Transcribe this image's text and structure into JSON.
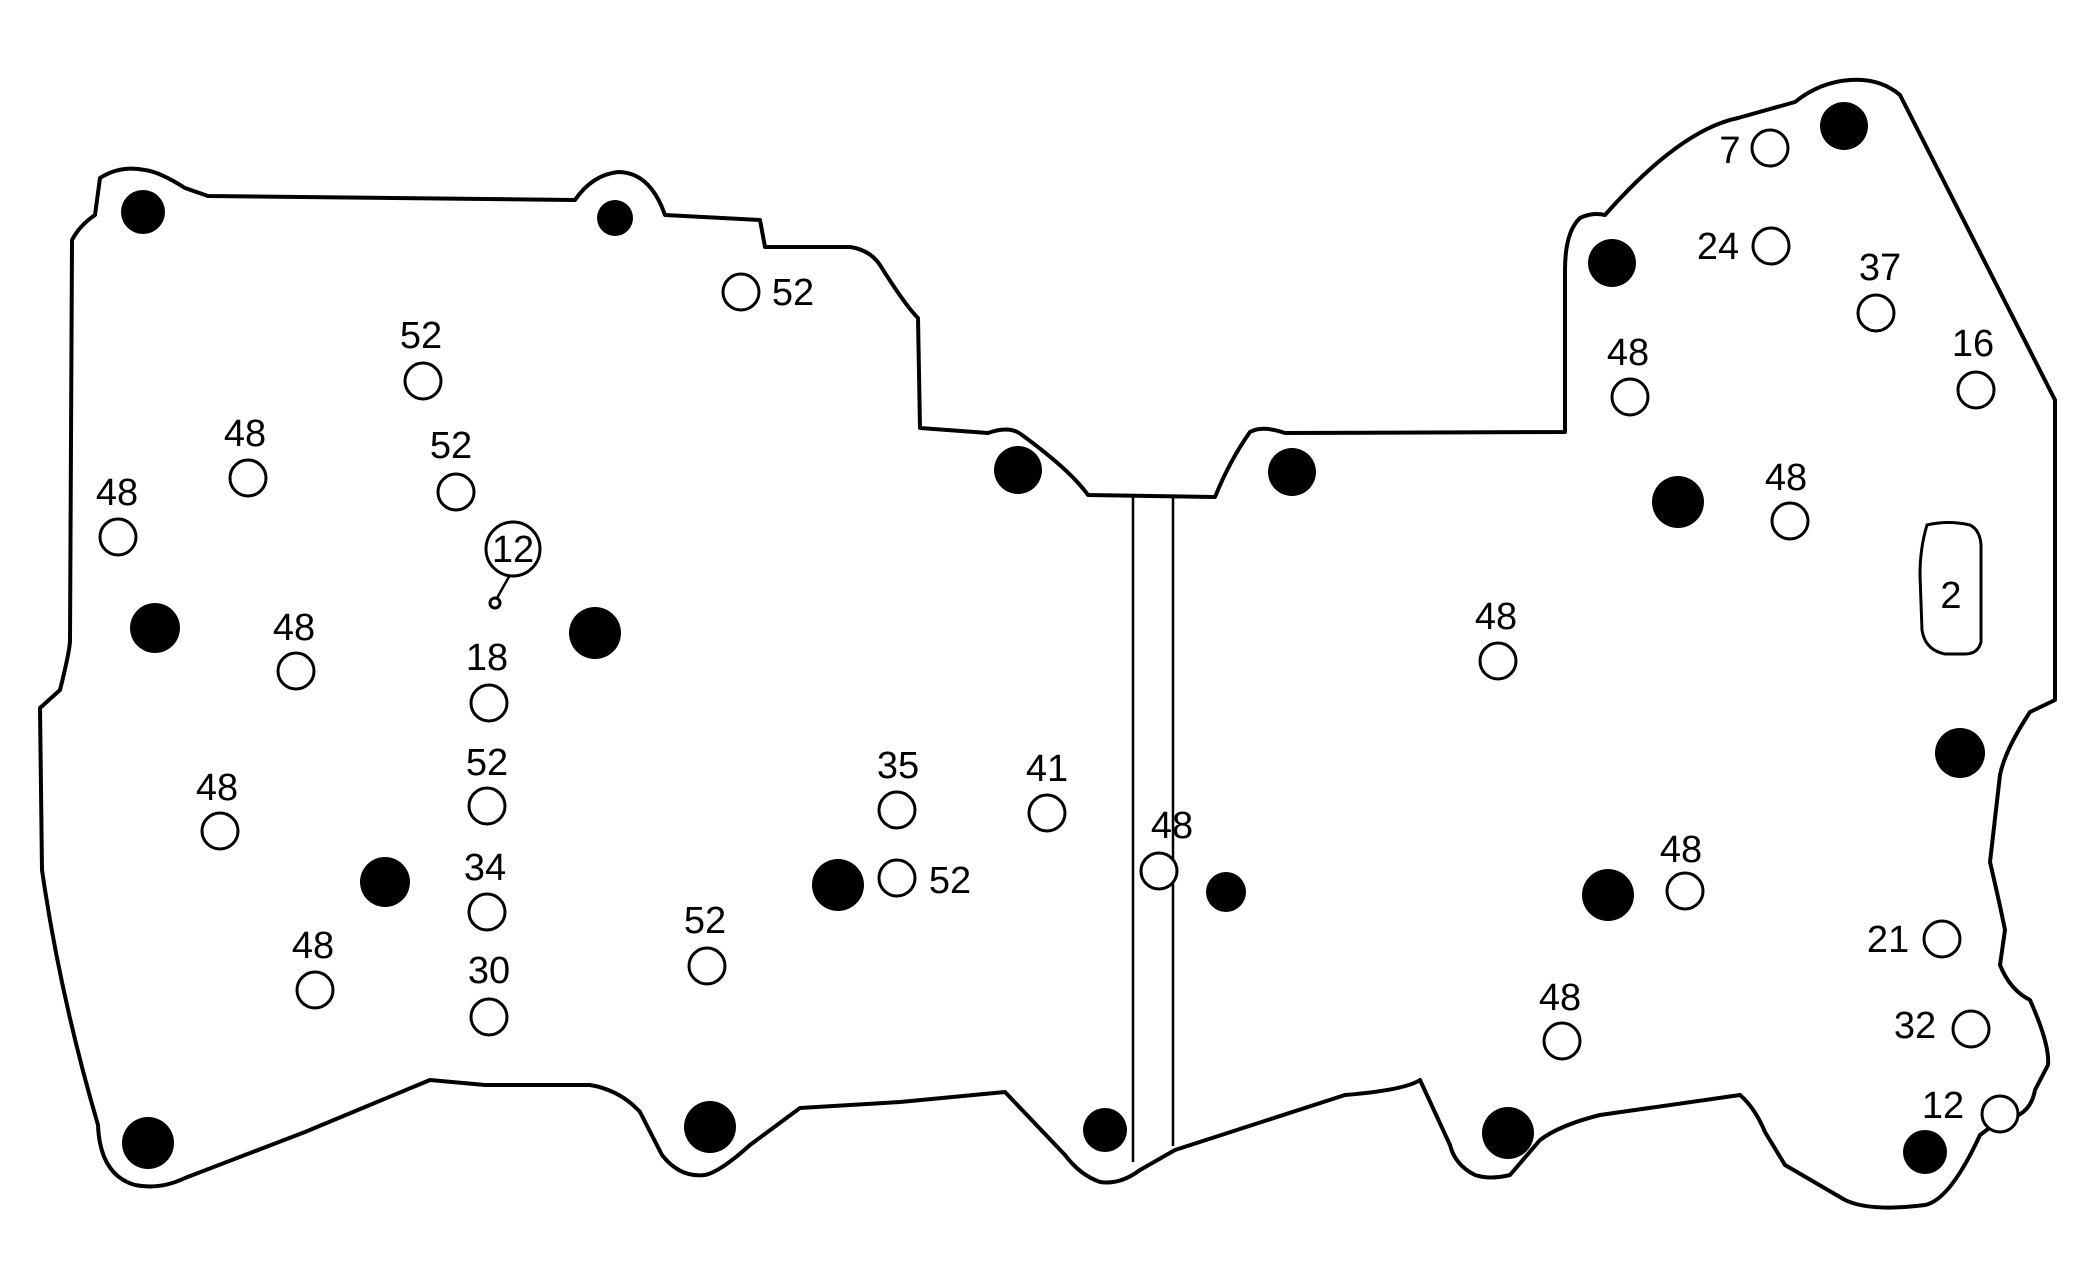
{
  "figure": {
    "holes": [
      {
        "id": "h-7",
        "label": "7"
      },
      {
        "id": "h-24",
        "label": "24"
      },
      {
        "id": "h-37",
        "label": "37"
      },
      {
        "id": "h-16",
        "label": "16"
      },
      {
        "id": "h-48-r1",
        "label": "48"
      },
      {
        "id": "h-48-r2",
        "label": "48"
      },
      {
        "id": "h-48-r3",
        "label": "48"
      },
      {
        "id": "h-48-r4",
        "label": "48"
      },
      {
        "id": "h-48-r5",
        "label": "48"
      },
      {
        "id": "h-21",
        "label": "21"
      },
      {
        "id": "h-32",
        "label": "32"
      },
      {
        "id": "h-12-r",
        "label": "12"
      },
      {
        "id": "h-48-c",
        "label": "48"
      },
      {
        "id": "h-41",
        "label": "41"
      },
      {
        "id": "h-35",
        "label": "35"
      },
      {
        "id": "h-52-c1",
        "label": "52"
      },
      {
        "id": "h-52-c2",
        "label": "52"
      },
      {
        "id": "h-52-top",
        "label": "52"
      },
      {
        "id": "h-52-l1",
        "label": "52"
      },
      {
        "id": "h-52-l2",
        "label": "52"
      },
      {
        "id": "h-48-l1",
        "label": "48"
      },
      {
        "id": "h-48-l2",
        "label": "48"
      },
      {
        "id": "h-48-l3",
        "label": "48"
      },
      {
        "id": "h-48-l4",
        "label": "48"
      },
      {
        "id": "h-48-l5",
        "label": "48"
      },
      {
        "id": "h-18",
        "label": "18"
      },
      {
        "id": "h-52-l3",
        "label": "52"
      },
      {
        "id": "h-34",
        "label": "34"
      },
      {
        "id": "h-30",
        "label": "30"
      }
    ],
    "callout_12": "12",
    "slot_label": "2"
  }
}
